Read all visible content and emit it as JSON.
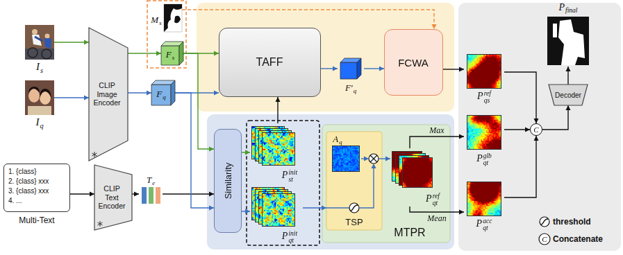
{
  "diagram": {
    "nodes": [
      {
        "text": [
          "I",
          "s"
        ]
      },
      {
        "text": [
          "I",
          "q"
        ]
      },
      {
        "text": [
          "1. {class}",
          "2. {class} xxx",
          "3. {class} xxx",
          "4. ...",
          "Multi-Text"
        ]
      },
      {
        "text": [
          "CLIP Image Encoder"
        ]
      },
      {
        "text": [
          "CLIP Text Encoder"
        ]
      },
      {
        "text": [
          "T",
          "e"
        ]
      },
      {
        "text": [
          "F",
          "s"
        ]
      },
      {
        "text": [
          "F",
          "q"
        ]
      },
      {
        "text": [
          "M",
          "s"
        ]
      },
      {
        "text": [
          "TAFF"
        ]
      },
      {
        "text": [
          "F′",
          "q"
        ]
      },
      {
        "text": [
          "FCWA"
        ]
      },
      {
        "text": [
          "Similarity"
        ]
      },
      {
        "text": [
          "P",
          "st",
          "init"
        ]
      },
      {
        "text": [
          "P",
          "qt",
          "init"
        ]
      },
      {
        "text": [
          "MTPR"
        ]
      },
      {
        "text": [
          "TSP"
        ],
        "in": 15
      },
      {
        "text": [
          "A",
          "q"
        ],
        "in": 16
      },
      {
        "text": [
          "P",
          "qt",
          "ref"
        ],
        "in": 15
      },
      {
        "text": [
          "P",
          "qs",
          "ref"
        ]
      },
      {
        "text": [
          "P",
          "qt",
          "glb"
        ]
      },
      {
        "text": [
          "P",
          "qt",
          "acc"
        ]
      },
      {
        "text": [
          "C"
        ]
      },
      {
        "text": [
          "Decoder"
        ]
      },
      {
        "text": [
          "P",
          "final"
        ]
      }
    ],
    "edges": [
      {
        "from": 0,
        "to": 3,
        "arrow": "to"
      },
      {
        "from": 1,
        "to": 3,
        "arrow": "to"
      },
      {
        "from": 2,
        "to": 4,
        "arrow": "to"
      },
      {
        "from": 4,
        "to": 5,
        "arrow": "to"
      },
      {
        "from": 5,
        "to": 12,
        "arrow": "to"
      },
      {
        "from": 3,
        "to": 6,
        "arrow": "to"
      },
      {
        "from": 3,
        "to": 7,
        "arrow": "to"
      },
      {
        "from": 6,
        "to": 9,
        "arrow": "to"
      },
      {
        "from": 7,
        "to": 9,
        "arrow": "to"
      },
      {
        "from": 6,
        "to": 12,
        "arrow": "to"
      },
      {
        "from": 7,
        "to": 12,
        "arrow": "to"
      },
      {
        "from": 8,
        "to": 11,
        "arrow": "to"
      },
      {
        "from": 13,
        "to": 9,
        "arrow": "to"
      },
      {
        "from": 14,
        "to": 16,
        "arrow": "to"
      },
      {
        "from": 16,
        "to": 18,
        "arrow": "to"
      },
      {
        "from": 18,
        "to": 20,
        "label": "Max",
        "arrow": "to"
      },
      {
        "from": 18,
        "to": 21,
        "label": "Mean",
        "arrow": "to"
      },
      {
        "from": 9,
        "to": 10,
        "arrow": "to"
      },
      {
        "from": 10,
        "to": 11,
        "arrow": "to"
      },
      {
        "from": 11,
        "to": 19,
        "arrow": "to"
      },
      {
        "from": 19,
        "to": 22,
        "arrow": "to"
      },
      {
        "from": 20,
        "to": 22,
        "arrow": "to"
      },
      {
        "from": 21,
        "to": 22,
        "arrow": "to"
      },
      {
        "from": 22,
        "to": 23,
        "arrow": "to"
      },
      {
        "from": 23,
        "to": 24,
        "arrow": "to"
      },
      {
        "from": 12,
        "to": 13,
        "arrow": "to"
      },
      {
        "from": 12,
        "to": 14,
        "arrow": "to"
      }
    ],
    "labels": [
      "C"
    ],
    "legend": [
      {
        "text": "threshold"
      },
      {
        "text": "Concatenate"
      }
    ]
  }
}
